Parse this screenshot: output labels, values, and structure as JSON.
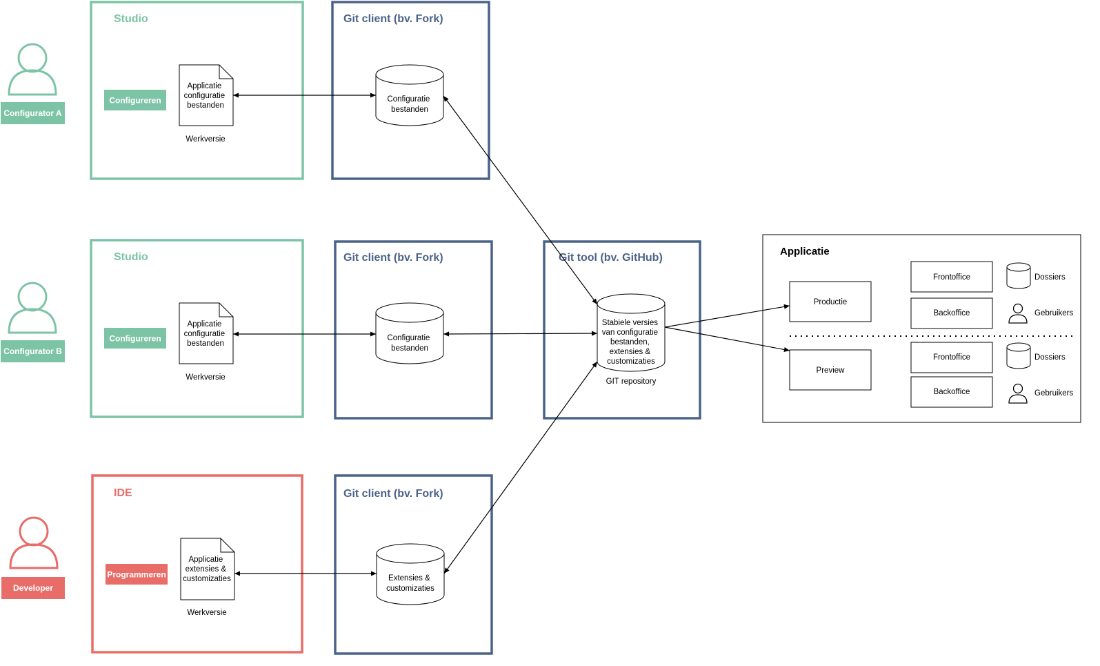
{
  "colors": {
    "green": "#7dc4a6",
    "navy": "#4b6388",
    "red": "#e86c68",
    "black": "#000000"
  },
  "actors": {
    "a": "Configurator A",
    "b": "Configurator B",
    "dev": "Developer"
  },
  "actions": {
    "configureA": "Configureren",
    "configureB": "Configureren",
    "program": "Programmeren"
  },
  "studio1": {
    "title": "Studio",
    "doc": [
      "Applicatie",
      "configuratie",
      "bestanden"
    ],
    "caption": "Werkversie"
  },
  "studio2": {
    "title": "Studio",
    "doc": [
      "Applicatie",
      "configuratie",
      "bestanden"
    ],
    "caption": "Werkversie"
  },
  "ide": {
    "title": "IDE",
    "doc": [
      "Applicatie",
      "extensies &",
      "customizaties"
    ],
    "caption": "Werkversie"
  },
  "git1": {
    "title": "Git client (bv. Fork)",
    "db": [
      "Configuratie",
      "bestanden"
    ]
  },
  "git2": {
    "title": "Git client (bv. Fork)",
    "db": [
      "Configuratie",
      "bestanden"
    ]
  },
  "git3": {
    "title": "Git client (bv. Fork)",
    "db": [
      "Extensies &",
      "customizaties"
    ]
  },
  "gittool": {
    "title": "Git tool (bv. GitHub)",
    "db": [
      "Stabiele versies",
      "van configuratie",
      "bestanden,",
      "extensies &",
      "customizaties"
    ],
    "caption": "GIT repository"
  },
  "app": {
    "title": "Applicatie",
    "productie": "Productie",
    "preview": "Preview",
    "top": {
      "frontoffice": "Frontoffice",
      "backoffice": "Backoffice",
      "dossiers": "Dossiers",
      "gebruikers": "Gebruikers"
    },
    "bottom": {
      "frontoffice": "Frontoffice",
      "backoffice": "Backoffice",
      "dossiers": "Dossiers",
      "gebruikers": "Gebruikers"
    }
  }
}
